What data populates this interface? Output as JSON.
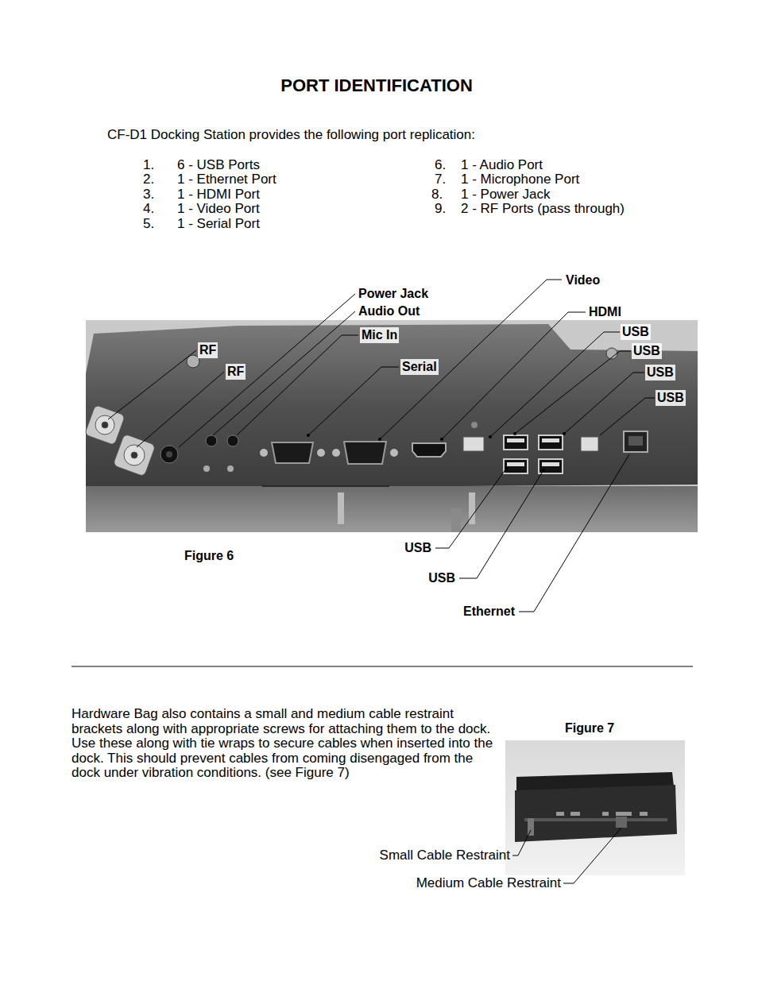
{
  "diagram": {
    "title": "PORT IDENTIFICATION",
    "labels": [
      "CF-D1 Docking Station provides the following port replication:",
      "1.",
      "6 - USB Ports",
      "6.",
      "1 - Audio Port",
      "2.",
      "1 - Ethernet Port",
      "7.",
      "1 - Microphone Port",
      "3.",
      "1 - HDMI Port",
      "8.",
      "1 - Power Jack",
      "4.",
      "1 - Video Port",
      "9.",
      "2 - RF Ports (pass through)",
      "5.",
      "1 - Serial Port",
      "Video",
      "Power Jack",
      "Audio Out",
      "HDMI",
      "USB",
      "Mic In",
      "USB",
      "RF",
      "USB",
      "RF",
      "Serial",
      "USB",
      "Figure 6",
      "USB",
      "USB",
      "Ethernet",
      "Hardware Bag also contains a small and medium cable restraint brackets along with appropriate screws for attaching them to the dock. Use these along with tie wraps to secure cables when inserted into the dock. This should prevent cables from coming disengaged from the dock under vibration conditions. (see Figure 7)",
      "Figure 7",
      "Small Cable Restraint",
      "Medium Cable Restraint"
    ]
  }
}
